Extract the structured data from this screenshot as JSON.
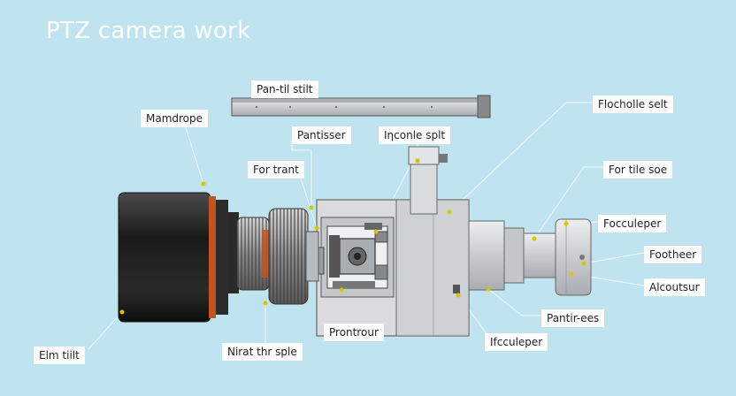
{
  "title": "PTZ camera work",
  "labels": {
    "pan_tilt_stilt": "Pan-til stilt",
    "mamdrope": "Mamdrope",
    "pantisser": "Pantisser",
    "inconle_splt": "Iηconle splt",
    "flocholle_selt": "Flocholle selt",
    "for_trant": "For trant",
    "for_tile_soe": "For tile soe",
    "focculeper_right": "Focculeper",
    "footheer": "Footheer",
    "alcoutsur": "Alcoutsur",
    "pantir_ees": "Pantir-ees",
    "ifcculeper": "Ifcculeper",
    "prontrour": "Prontrour",
    "nirat_thr_sple": "Nirat thr sple",
    "elm_tiilt": "Elm tiilt"
  },
  "colors": {
    "background": "#bfe4ef",
    "leader": "#f2f7f9",
    "marker": "#d9c400",
    "lens_dark": "#1c1c1c",
    "body_gray": "#d6d8da",
    "accent_orange": "#c0561e"
  }
}
